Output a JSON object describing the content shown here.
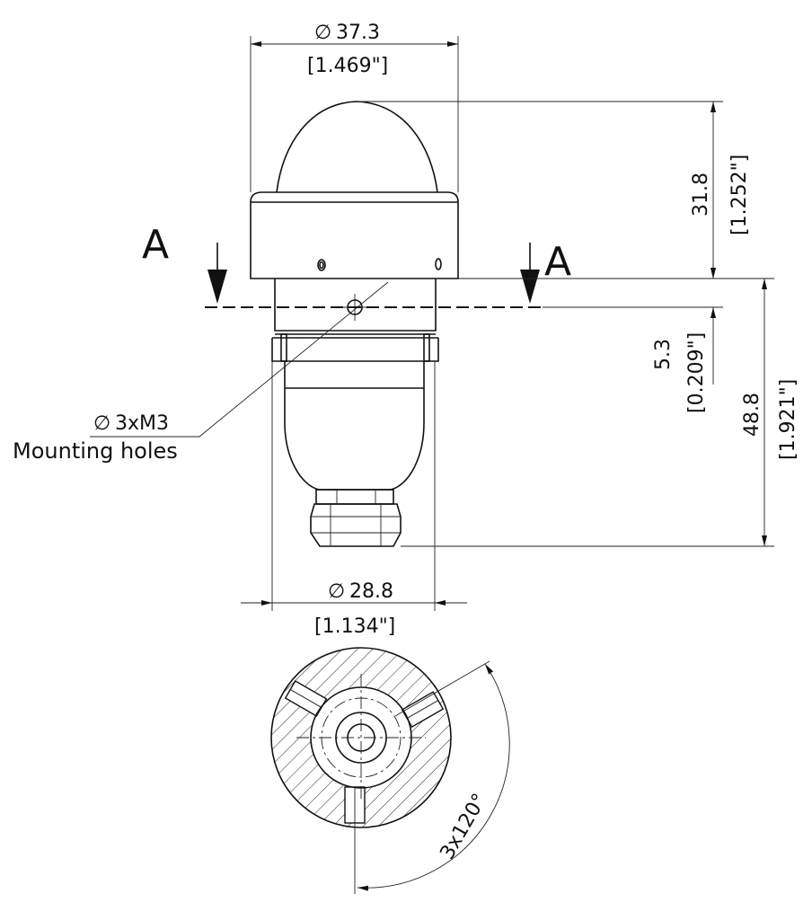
{
  "dimensions": {
    "overall_diameter": {
      "metric": "37.3",
      "imperial": "[1.469\"]"
    },
    "dome_height": {
      "metric": "31.8",
      "imperial": "[1.252\"]"
    },
    "section_offset": {
      "metric": "5.3",
      "imperial": "[0.209\"]"
    },
    "body_height": {
      "metric": "48.8",
      "imperial": "[1.921\"]"
    },
    "body_diameter": {
      "metric": "28.8",
      "imperial": "[1.134\"]"
    },
    "diameter_symbol": "∅"
  },
  "callouts": {
    "hole_spec": "3xM3",
    "hole_label": "Mounting holes",
    "angle": "3x120°"
  },
  "section": {
    "left_letter": "A",
    "right_letter": "A"
  }
}
